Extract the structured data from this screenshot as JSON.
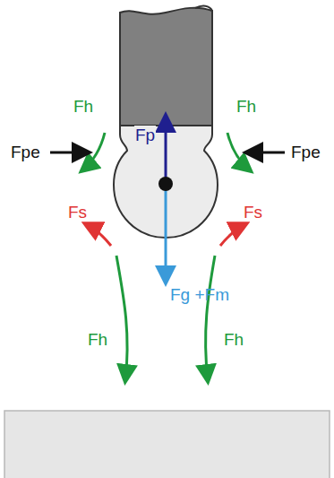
{
  "diagram": {
    "labels": [
      "Fh",
      "Fh",
      "Fpe",
      "Fpe",
      "Fp",
      "Fs",
      "Fs",
      "Fg +Fm",
      "Fh",
      "Fh"
    ]
  }
}
